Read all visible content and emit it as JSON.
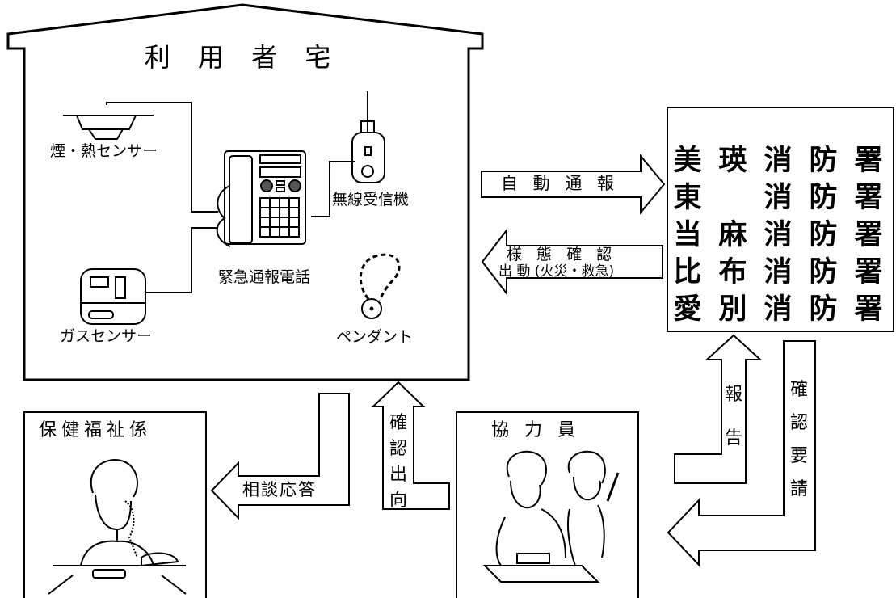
{
  "house": {
    "title": "利 用 者 宅",
    "devices": {
      "smoke_heat_sensor": "煙・熱センサー",
      "gas_sensor": "ガスセンサー",
      "emergency_phone": "緊急通報電話",
      "wireless_receiver": "無線受信機",
      "pendant": "ペンダント"
    }
  },
  "fire_stations": {
    "rows": [
      [
        "美",
        "瑛",
        "消",
        "防",
        "署"
      ],
      [
        "東",
        "",
        "消",
        "防",
        "署"
      ],
      [
        "当",
        "麻",
        "消",
        "防",
        "署"
      ],
      [
        "比",
        "布",
        "消",
        "防",
        "署"
      ],
      [
        "愛",
        "別",
        "消",
        "防",
        "署"
      ]
    ]
  },
  "arrows": {
    "auto_report": "自 動 通 報",
    "status_check_line1": "様 態 確 認",
    "status_check_line2": "出 動 (火災・救急)",
    "consult_response": "相談応答",
    "confirm_dispatch": "確認出向",
    "report": "報告",
    "confirm_request": "確認要請"
  },
  "health_welfare": {
    "title": "保健福祉係"
  },
  "cooperator": {
    "title": "協 力 員"
  }
}
